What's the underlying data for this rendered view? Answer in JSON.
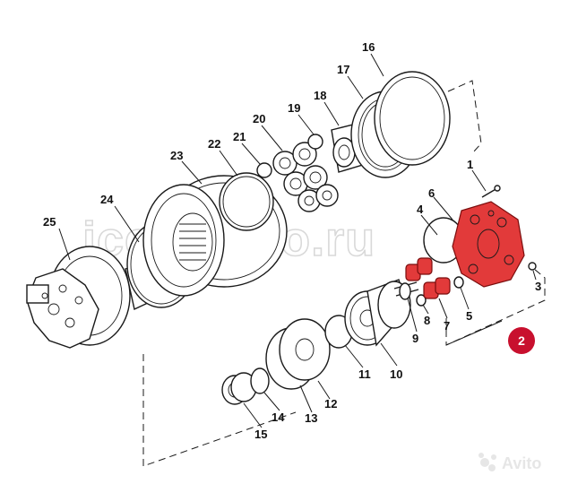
{
  "watermark": "iceavolvo.ru",
  "badge": {
    "label": "2",
    "color": "#c8102e"
  },
  "avito": {
    "label": "Avito"
  },
  "highlight_color": "#e23a3a",
  "callouts": [
    {
      "id": "1",
      "label": "1"
    },
    {
      "id": "2",
      "label": "2"
    },
    {
      "id": "3",
      "label": "3"
    },
    {
      "id": "4",
      "label": "4"
    },
    {
      "id": "5",
      "label": "5"
    },
    {
      "id": "6",
      "label": "6"
    },
    {
      "id": "7",
      "label": "7"
    },
    {
      "id": "8",
      "label": "8"
    },
    {
      "id": "9",
      "label": "9"
    },
    {
      "id": "10",
      "label": "10"
    },
    {
      "id": "11",
      "label": "11"
    },
    {
      "id": "12",
      "label": "12"
    },
    {
      "id": "13",
      "label": "13"
    },
    {
      "id": "14",
      "label": "14"
    },
    {
      "id": "15",
      "label": "15"
    },
    {
      "id": "16",
      "label": "16"
    },
    {
      "id": "17",
      "label": "17"
    },
    {
      "id": "18",
      "label": "18"
    },
    {
      "id": "19",
      "label": "19"
    },
    {
      "id": "20",
      "label": "20"
    },
    {
      "id": "21",
      "label": "21"
    },
    {
      "id": "22",
      "label": "22"
    },
    {
      "id": "23",
      "label": "23"
    },
    {
      "id": "24",
      "label": "24"
    },
    {
      "id": "25",
      "label": "25"
    }
  ]
}
